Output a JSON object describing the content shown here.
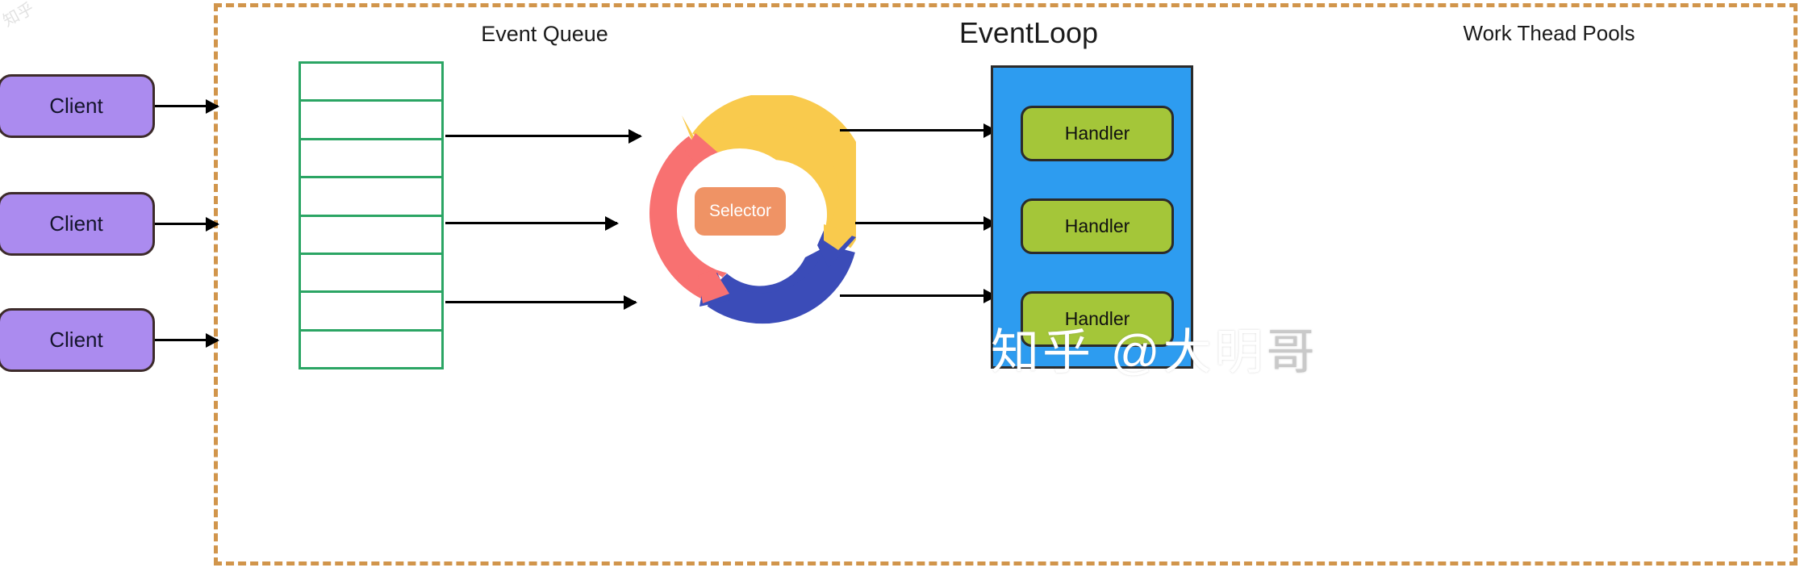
{
  "diagram": {
    "title_event_queue": "Event Queue",
    "title_event_loop": "EventLoop",
    "title_thread_pools": "Work Thead Pools",
    "boundary_color": "#d1954b"
  },
  "clients": [
    {
      "label": "Client"
    },
    {
      "label": "Client"
    },
    {
      "label": "Client"
    }
  ],
  "event_queue": {
    "label": "Event Queue",
    "border_color": "#2ba564",
    "row_count": 8,
    "rows": [
      "",
      "",
      "",
      "",
      "",
      "",
      "",
      ""
    ]
  },
  "event_loop": {
    "label": "EventLoop",
    "selector_label": "Selector",
    "selector_color": "#ef9365",
    "segments": [
      {
        "name": "yellow-segment",
        "color": "#f9ca4d"
      },
      {
        "name": "blue-segment",
        "color": "#3b4cb8"
      },
      {
        "name": "red-segment",
        "color": "#f87171"
      }
    ]
  },
  "thread_pool": {
    "label": "Work Thead Pools",
    "panel_color": "#2d9cf0",
    "handler_color": "#a4c639",
    "handlers": [
      {
        "label": "Handler"
      },
      {
        "label": "Handler"
      },
      {
        "label": "Handler"
      }
    ]
  },
  "arrows": {
    "client_to_boundary_count": 3,
    "queue_to_loop_count": 3,
    "loop_to_pool_count": 3
  },
  "watermark": {
    "text_main": "知乎 @大明",
    "text_tail": "哥",
    "corner_text": "知乎"
  }
}
